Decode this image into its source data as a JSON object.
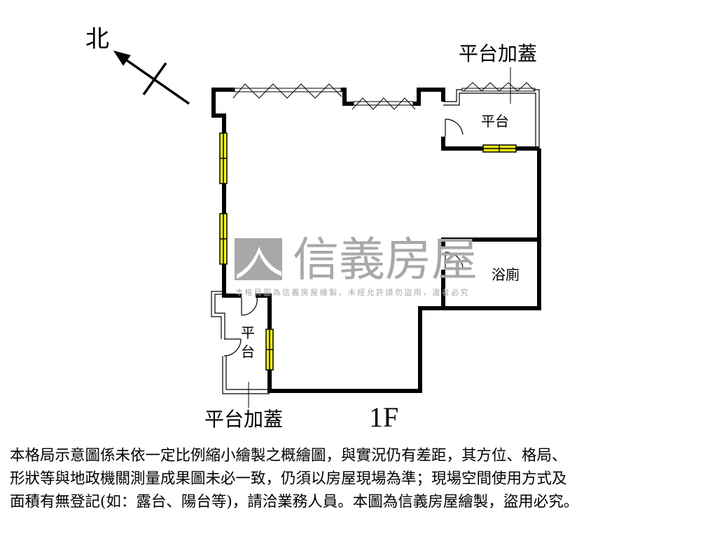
{
  "compass": {
    "north_label": "北"
  },
  "rooms": {
    "top_platform_extension": "平台加蓋",
    "top_platform": "平台",
    "bathroom": "浴廁",
    "left_platform": "平台",
    "left_platform_extension": "平台加蓋"
  },
  "floor_label": "1F",
  "watermark": {
    "brand": "信義房屋",
    "notice": "本格局圖為信義房屋繪製，未經允許請勿盜用，違者必究"
  },
  "colors": {
    "wall": "#000000",
    "window": "#f2f21a",
    "watermark": "#a8a8a8"
  },
  "caption": [
    "本格局示意圖係未依一定比例縮小繪製之概繪圖，與實況仍有差距，其方位、格局、",
    "形狀等與地政機關測量成果圖未必一致，仍須以房屋現場為準；現場空間使用方式及",
    "面積有無登記(如：露台、陽台等)，請洽業務人員。本圖為信義房屋繪製，盜用必究。"
  ]
}
